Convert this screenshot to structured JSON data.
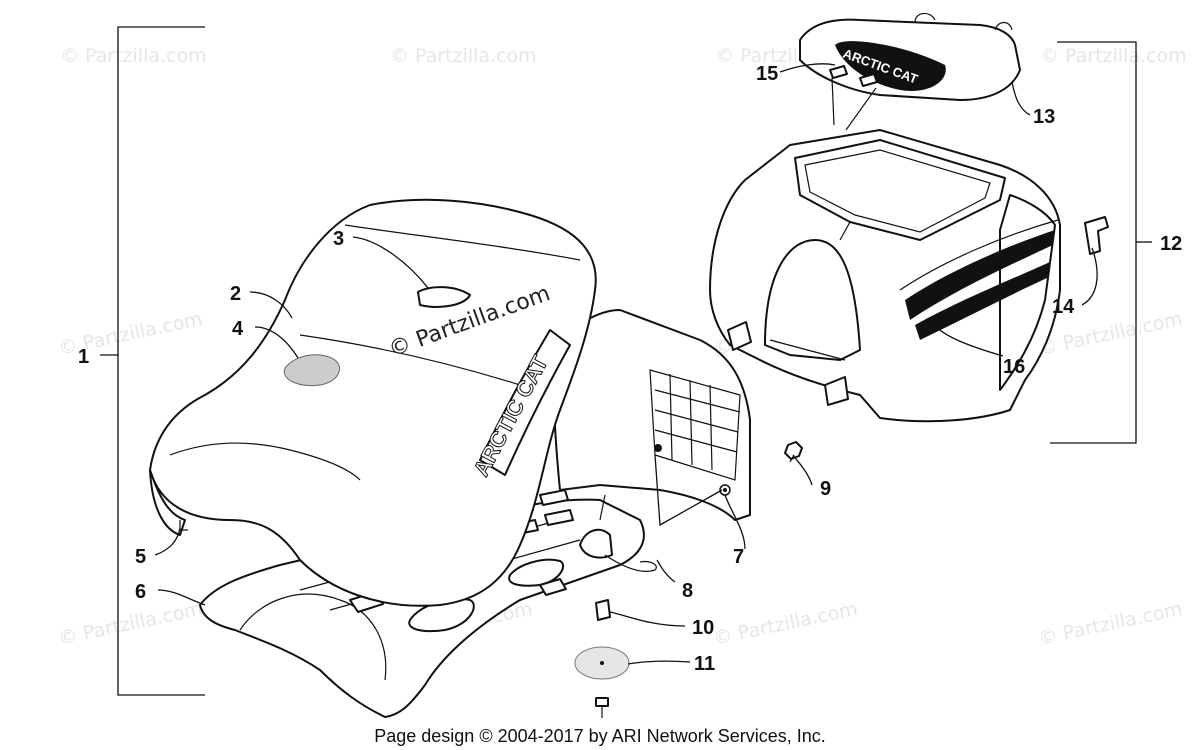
{
  "watermarks": [
    "© Partzilla.com"
  ],
  "center_watermark": "© Partzilla.com",
  "footer": "Page design © 2004-2017 by ARI Network Services, Inc.",
  "callouts": [
    "1",
    "2",
    "3",
    "4",
    "5",
    "6",
    "7",
    "8",
    "9",
    "10",
    "11",
    "12",
    "13",
    "14",
    "15",
    "16"
  ],
  "seat_logo": "ARCTIC CAT",
  "lid_logo": "ARCTIC CAT"
}
